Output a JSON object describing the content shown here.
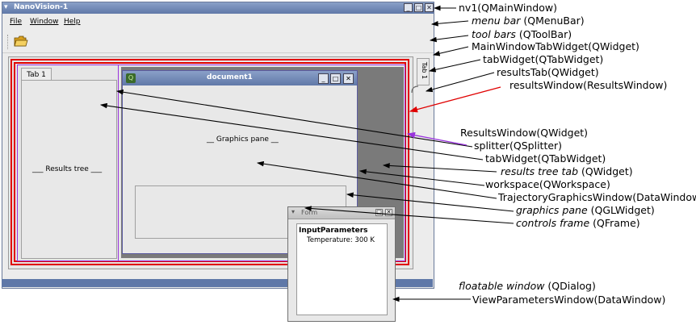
{
  "main_window": {
    "title": "NanoVision-1",
    "menu": [
      {
        "label": "File"
      },
      {
        "label": "Window"
      },
      {
        "label": "Help"
      }
    ],
    "left_tab": "Tab 1",
    "right_tab": "Tab 1",
    "tree_label": "___ Results tree ___"
  },
  "document_window": {
    "title": "document1",
    "icon": "Q",
    "graphics_label": "__ Graphics pane __"
  },
  "dialog": {
    "title": "Form",
    "heading": "InputParameters",
    "temperature": "Temperature: 300 K"
  },
  "annotations": [
    {
      "text": "nv1(QMainWindow)"
    },
    {
      "italic": "menu bar",
      "text": " (QMenuBar)"
    },
    {
      "italic": "tool bars",
      "text": " (QToolBar)"
    },
    {
      "text": "MainWindowTabWidget(QWidget)"
    },
    {
      "text": "tabWidget(QTabWidget)"
    },
    {
      "text": "resultsTab(QWidget)"
    },
    {
      "text": "resultsWindow(ResultsWindow)"
    },
    {
      "text": "ResultsWindow(QWidget)"
    },
    {
      "text": "splitter(QSplitter)"
    },
    {
      "text": "tabWidget(QTabWidget)"
    },
    {
      "italic": "results tree tab",
      "text": "  (QWidget)"
    },
    {
      "text": "workspace(QWorkspace)"
    },
    {
      "text": "TrajectoryGraphicsWindow(DataWindow)"
    },
    {
      "italic": "graphics pane",
      "text": "  (QGLWidget)"
    },
    {
      "italic": "controls frame",
      "text": " (QFrame)"
    },
    {
      "italic": "floatable window",
      "text": " (QDialog)"
    },
    {
      "text": "ViewParametersWindow(DataWindow)"
    }
  ],
  "colors": {
    "red_outline": "#e00000",
    "purple_outline": "#9933dd",
    "title_bar": "#5f78a8"
  }
}
